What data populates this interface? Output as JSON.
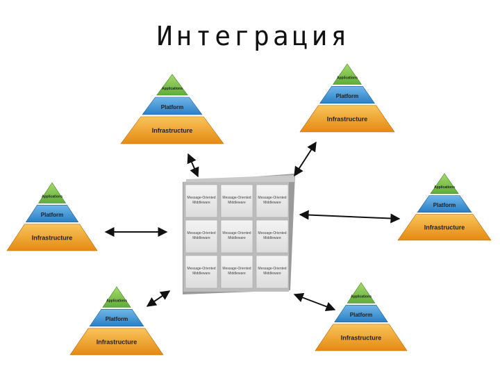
{
  "title": "Интеграция",
  "pyramid": {
    "top_label": "Applications",
    "mid_label": "Platform",
    "base_label": "Infrastructure",
    "colors": {
      "top": "#5fae3a",
      "top_light": "#a6d96a",
      "mid": "#2a7fc4",
      "mid_light": "#6fb6ea",
      "base": "#e58a12",
      "base_light": "#f8c45a"
    }
  },
  "middleware": {
    "cell_line1": "Message-Oriented",
    "cell_line2": "Middleware",
    "rows": 3,
    "cols": 3
  },
  "pyramid_count": 6,
  "arrow_count": 6
}
